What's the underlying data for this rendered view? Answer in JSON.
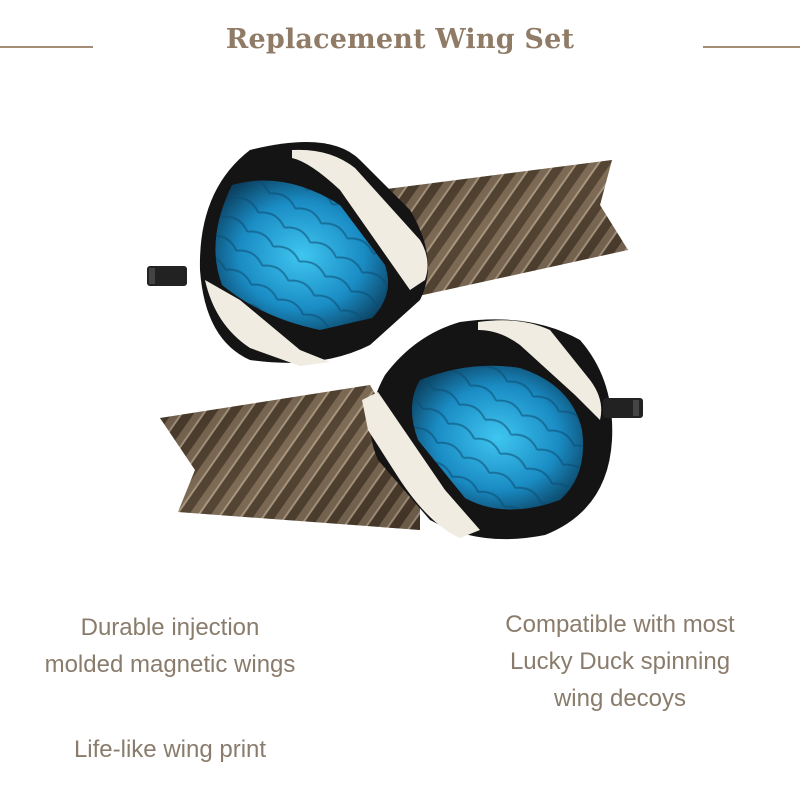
{
  "header": {
    "title": "Replacement Wing Set"
  },
  "features": {
    "left": [
      "Durable injection",
      "molded magnetic wings"
    ],
    "right": [
      "Compatible with most",
      "Lucky Duck spinning",
      "wing decoys"
    ],
    "bottom": "Life-like wing print"
  },
  "colors": {
    "accent": "#a38d75",
    "title": "#8f7b66",
    "text": "#8a7c6c",
    "feather_brown": "#5a4a38",
    "speculum_blue": "#1aa4d6",
    "wing_black": "#151515"
  }
}
